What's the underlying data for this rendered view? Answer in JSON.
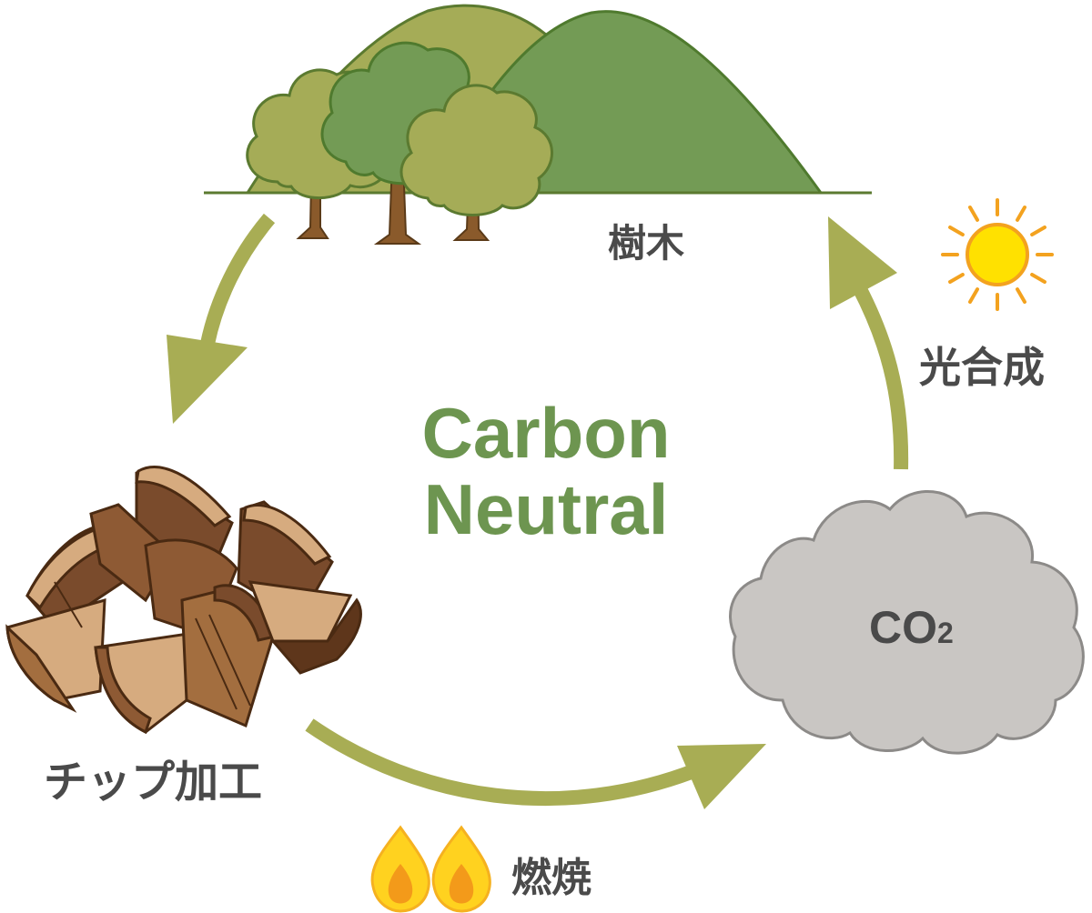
{
  "center": {
    "line1": "Carbon",
    "line2": "Neutral"
  },
  "nodes": {
    "trees": "樹木",
    "chips": "チップ加工",
    "co2": {
      "main": "CO",
      "sub": "2"
    }
  },
  "edges": {
    "combustion": "燃焼",
    "photosynthesis": "光合成"
  },
  "colors": {
    "arrow": "#a8ad54",
    "title": "#6d9550",
    "label": "#4a4a4a",
    "hill_light": "#a5ac57",
    "hill_dark": "#739b55",
    "trunk": "#8a5a2b",
    "cloud": "#c9c6c3",
    "sun": "#ffe100",
    "flame_outer": "#ffd21f",
    "flame_inner": "#f39a1a"
  }
}
